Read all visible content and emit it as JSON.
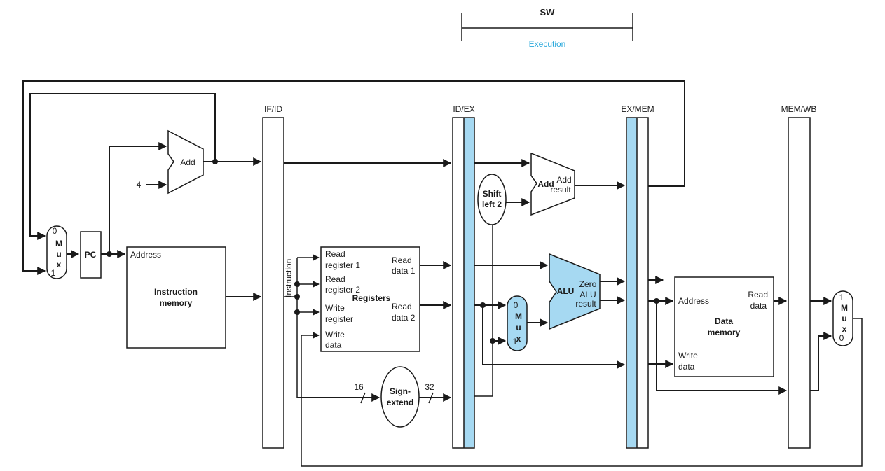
{
  "header": {
    "instruction": "SW",
    "stage": "Execution"
  },
  "colors": {
    "highlight": "#a6d9f2",
    "stage_text": "#29a8db",
    "wire": "#1a1a1a"
  },
  "pipeline_registers": [
    "IF/ID",
    "ID/EX",
    "EX/MEM",
    "MEM/WB"
  ],
  "pc": "PC",
  "pc_mux": {
    "in0": "0",
    "m": "M",
    "u": "u",
    "x": "x",
    "in1": "1"
  },
  "adder": {
    "label": "Add",
    "const_input": "4"
  },
  "instruction_memory": {
    "address": "Address",
    "title_1": "Instruction",
    "title_2": "memory"
  },
  "instruction_bus": "Instruction",
  "registers": {
    "read_reg1_a": "Read",
    "read_reg1_b": "register 1",
    "read_reg2_a": "Read",
    "read_reg2_b": "register 2",
    "write_reg_a": "Write",
    "write_reg_b": "register",
    "write_data_a": "Write",
    "write_data_b": "data",
    "read_data1_a": "Read",
    "read_data1_b": "data 1",
    "read_data2_a": "Read",
    "read_data2_b": "data 2",
    "title": "Registers"
  },
  "sign_extend": {
    "line1": "Sign-",
    "line2": "extend",
    "in_width": "16",
    "out_width": "32"
  },
  "shift_left": {
    "line1": "Shift",
    "line2": "left 2"
  },
  "branch_adder": {
    "label": "Add",
    "result_a": "Add",
    "result_b": "result"
  },
  "alu_mux": {
    "in0": "0",
    "m": "M",
    "u": "u",
    "x": "x",
    "in1": "1"
  },
  "alu": {
    "label": "ALU",
    "zero": "Zero",
    "result_a": "ALU",
    "result_b": "result"
  },
  "data_memory": {
    "address": "Address",
    "read_a": "Read",
    "read_b": "data",
    "title_1": "Data",
    "title_2": "memory",
    "write_a": "Write",
    "write_b": "data"
  },
  "wb_mux": {
    "in1": "1",
    "m": "M",
    "u": "u",
    "x": "x",
    "in0": "0"
  }
}
